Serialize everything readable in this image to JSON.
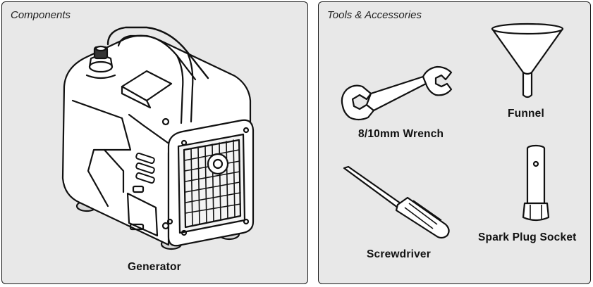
{
  "components": {
    "title": "Components",
    "generator_label": "Generator"
  },
  "tools": {
    "title": "Tools & Accessories",
    "wrench_label": "8/10mm Wrench",
    "funnel_label": "Funnel",
    "screwdriver_label": "Screwdriver",
    "socket_label": "Spark Plug Socket"
  }
}
